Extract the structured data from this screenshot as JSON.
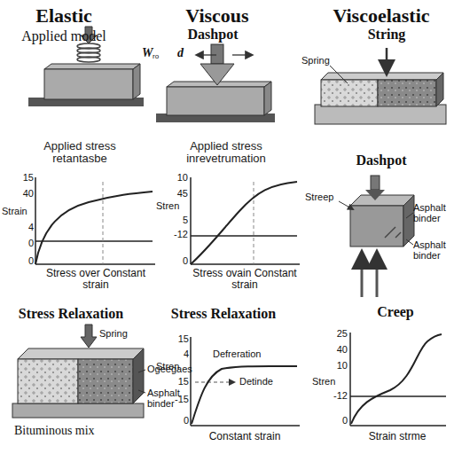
{
  "diagram": {
    "labels": [
      "Elastic",
      "Applied model",
      "Viscous",
      "Dashpot",
      "W",
      "ro",
      "d",
      "Viscoelastic",
      "String",
      "Spring",
      "Applied stress retantasbe",
      "Strain",
      "15",
      "40",
      "4",
      "0",
      "0",
      "Stress over Constant strain",
      "Applied stress inrevetrumation",
      "Stren",
      "10",
      "45",
      "5",
      "-12",
      "0",
      "Stress ovain Constant strain",
      "Dashpot",
      "Streep",
      "Asphalt binder",
      "Asphalt binder",
      "Stress Relaxation",
      "Spring",
      "Ogeegaes",
      "Asphalt binder",
      "Bituminous mix",
      "Stress Relaxation",
      "Stren",
      "15",
      "4",
      "15",
      "-15",
      "0",
      "Defreration",
      "Detinde",
      "Constant strain",
      "Creep",
      "Stren",
      "25",
      "40",
      "10",
      "-12",
      "0",
      "Strain strme"
    ]
  }
}
